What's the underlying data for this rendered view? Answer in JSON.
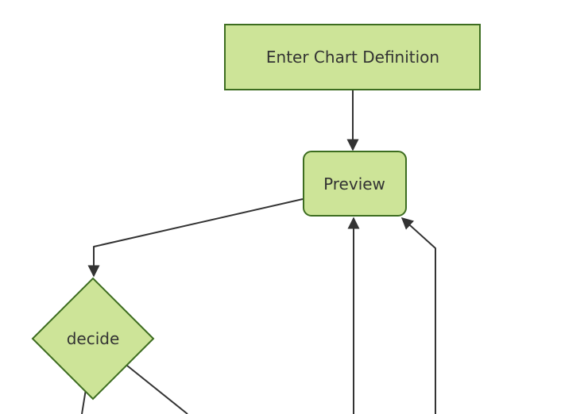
{
  "diagram": {
    "type": "flowchart",
    "nodes": [
      {
        "id": "A",
        "label": "Enter Chart Definition",
        "shape": "rectangle"
      },
      {
        "id": "B",
        "label": "Preview",
        "shape": "rounded-rectangle"
      },
      {
        "id": "C",
        "label": "decide",
        "shape": "diamond"
      }
    ],
    "edges": [
      {
        "from": "Enter Chart Definition",
        "to": "Preview",
        "arrowhead": true
      },
      {
        "from": "Preview",
        "to": "decide",
        "arrowhead": true
      },
      {
        "from": "offscreen-bottom",
        "to": "Preview",
        "arrowhead": true
      },
      {
        "from": "offscreen-bottom",
        "to": "Preview",
        "arrowhead": true
      },
      {
        "from": "decide",
        "to": "offscreen-bottom",
        "arrowhead": false
      },
      {
        "from": "decide",
        "to": "offscreen-bottom",
        "arrowhead": false
      }
    ]
  },
  "colors": {
    "node_fill": "#cde498",
    "node_border": "#3d6d20",
    "edge_color": "#333333",
    "text_color": "#333333",
    "background": "#ffffff"
  }
}
